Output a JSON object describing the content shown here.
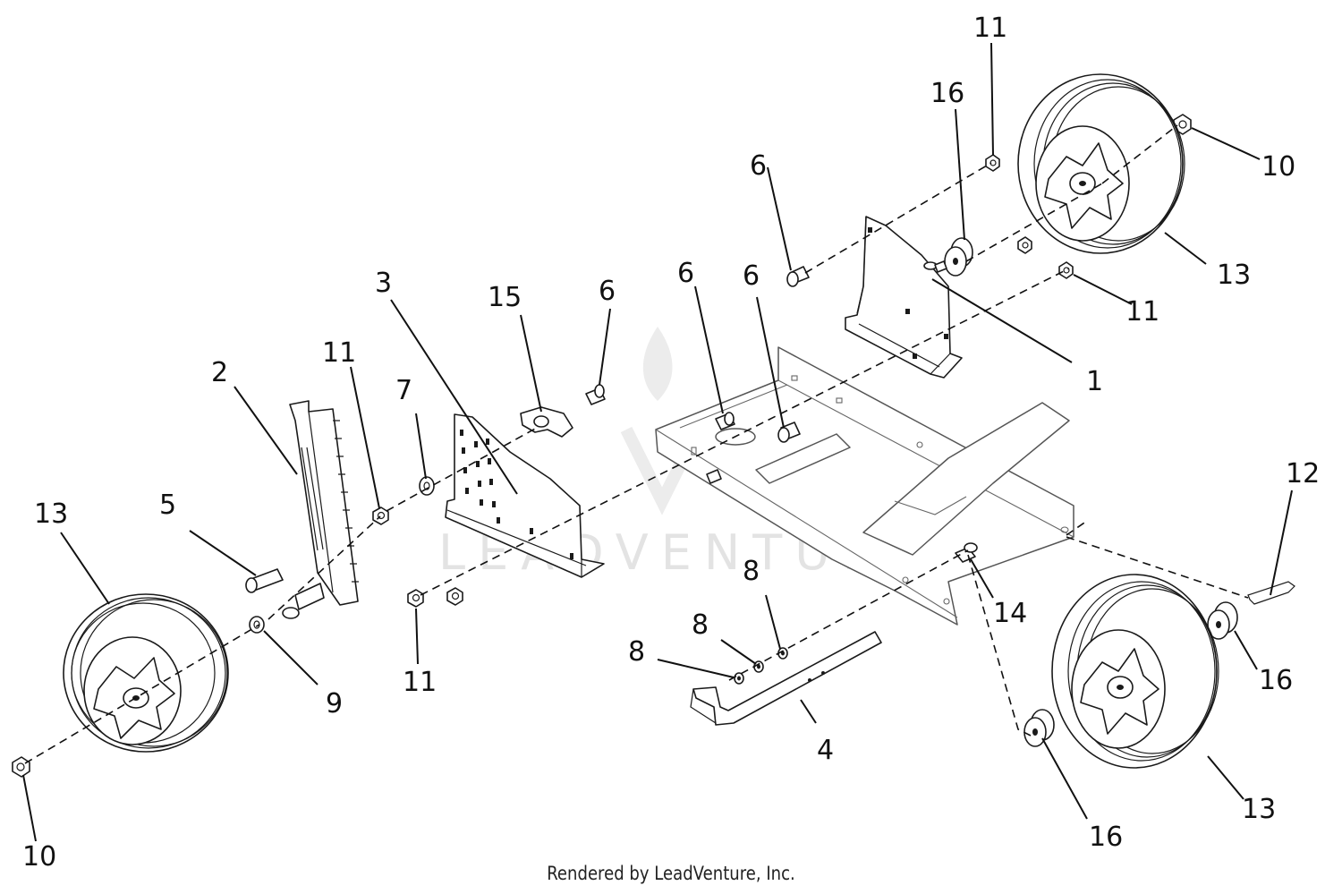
{
  "watermark": "LEADVENTURE",
  "footer": "Rendered by LeadVenture, Inc.",
  "callouts": {
    "c1": "1",
    "c2": "2",
    "c3": "3",
    "c4": "4",
    "c5": "5",
    "c6a": "6",
    "c6b": "6",
    "c6c": "6",
    "c6d": "6",
    "c7": "7",
    "c8a": "8",
    "c8b": "8",
    "c8c": "8",
    "c9": "9",
    "c10a": "10",
    "c10b": "10",
    "c11a": "11",
    "c11b": "11",
    "c11c": "11",
    "c11d": "11",
    "c12": "12",
    "c13a": "13",
    "c13b": "13",
    "c13c": "13",
    "c14": "14",
    "c15": "15",
    "c16a": "16",
    "c16b": "16",
    "c16c": "16"
  }
}
